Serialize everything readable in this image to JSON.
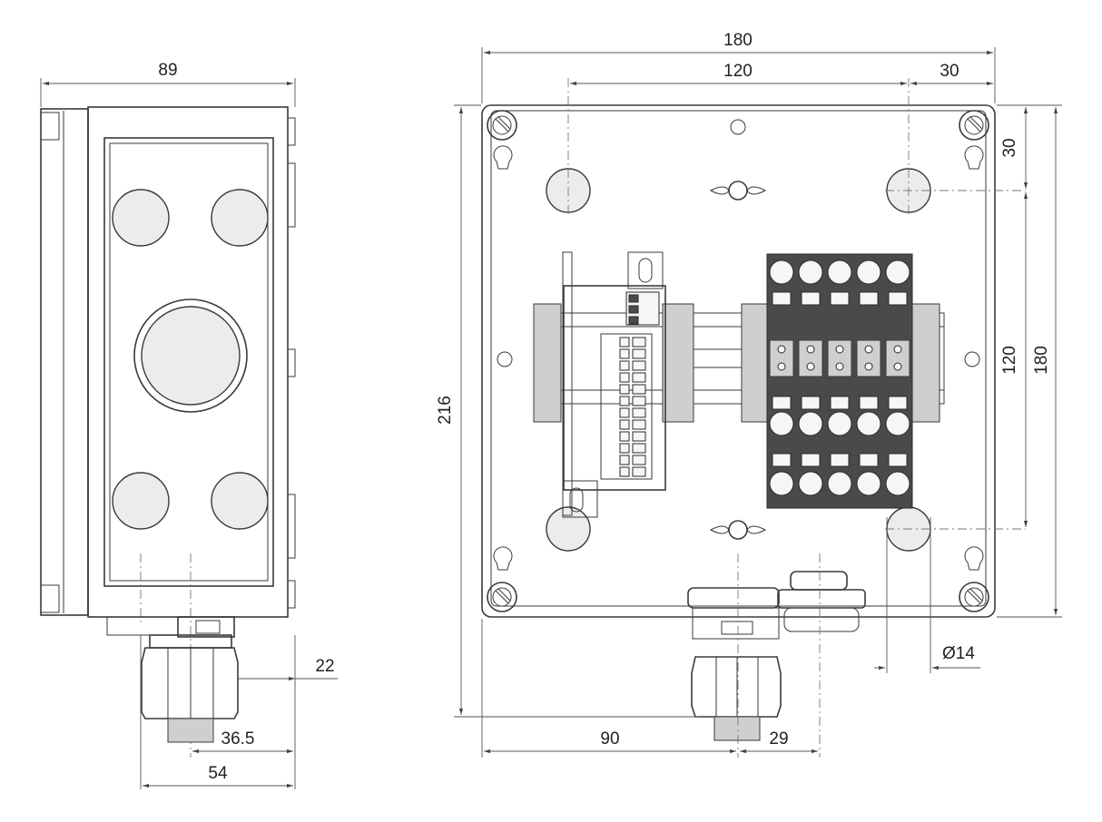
{
  "dimensions": {
    "side_width": "89",
    "side_cable_offset": "22",
    "side_gland_center": "36.5",
    "side_gland_span": "54",
    "front_total_width": "180",
    "front_hole_spacing": "120",
    "front_hole_edge_right": "30",
    "front_hole_edge_top": "30",
    "front_hole_spacing_vertical": "120",
    "front_total_height": "180",
    "overall_height": "216",
    "gland_from_left": "90",
    "gland_spacing": "29",
    "hole_diameter": "Ø14"
  },
  "colors": {
    "line": "#3a3a3a",
    "terminal": "#4a4a4a",
    "background": "#ffffff"
  }
}
